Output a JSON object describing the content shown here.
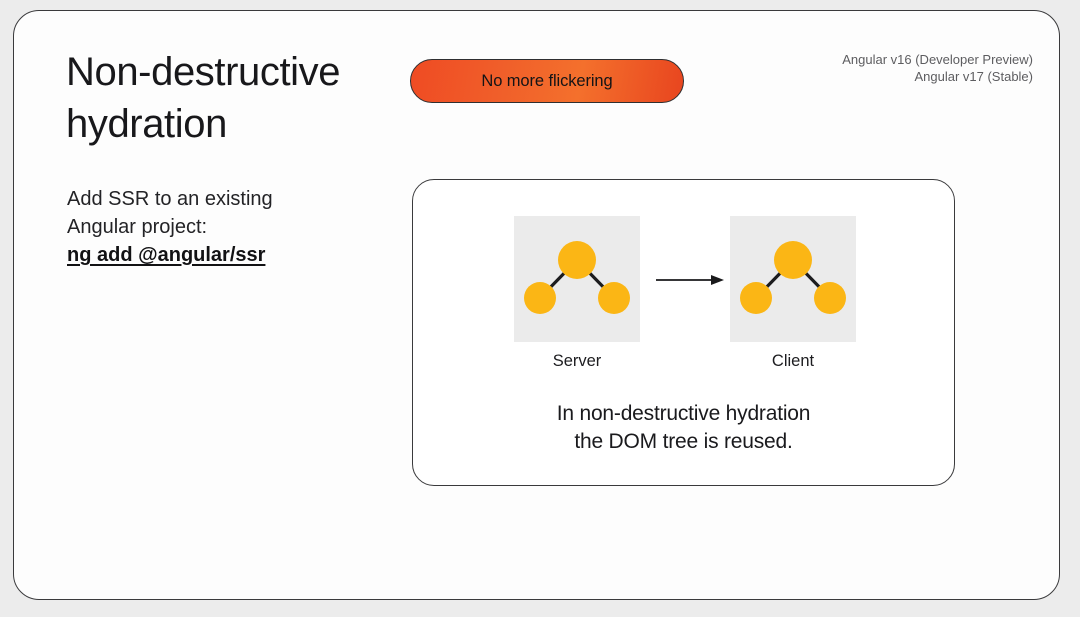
{
  "slide": {
    "title_line1": "Non-destructive",
    "title_line2": "hydration",
    "badge_label": "No more flickering",
    "versions": {
      "line1": "Angular v16 (Developer Preview)",
      "line2": "Angular v17 (Stable)"
    },
    "copy": {
      "line1": "Add SSR to an existing",
      "line2": "Angular project:",
      "command": "ng add @angular/ssr"
    },
    "diagram": {
      "server_label": "Server",
      "client_label": "Client",
      "caption_line1": "In non-destructive hydration",
      "caption_line2": "the DOM tree is reused.",
      "arrow_icon": "arrow-right-icon",
      "node_color": "#FBB615",
      "panel_color": "#EBEBEB",
      "edge_color": "#1c1c1e"
    }
  },
  "colors": {
    "page_background": "#ececec",
    "slide_background": "#fdfdfd",
    "slide_border": "#3a3a3c",
    "badge_gradient_start": "#EF4B23",
    "badge_gradient_end": "#E8451F",
    "text_primary": "#18181b",
    "text_muted": "#5d5d60"
  }
}
